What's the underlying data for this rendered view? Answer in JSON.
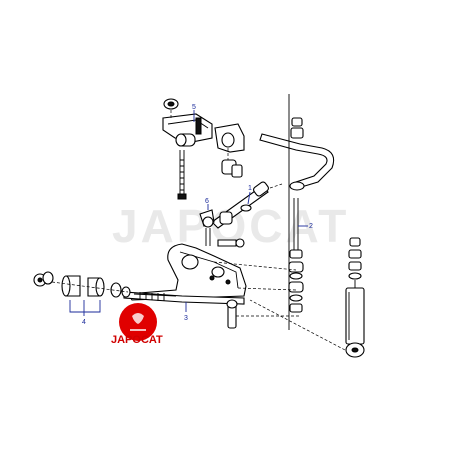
{
  "watermark": "JAPOCAT",
  "logo_text": "JAPOCAT",
  "callouts": {
    "c1": "1",
    "c2": "2",
    "c3": "3",
    "c4": "4",
    "c5": "5",
    "c6": "6"
  },
  "colors": {
    "callout": "#1a2a9a",
    "logo": "#d00000"
  }
}
